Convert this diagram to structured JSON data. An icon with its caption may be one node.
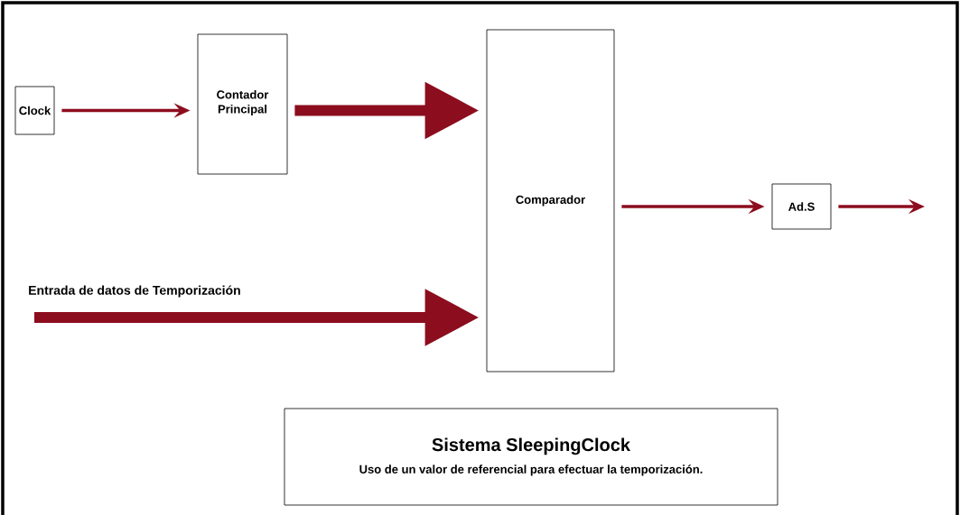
{
  "diagram": {
    "nodes": [
      {
        "text": [
          "Clock"
        ]
      },
      {
        "text": [
          "Contador Principal"
        ]
      },
      {
        "text": [
          "Comparador"
        ]
      },
      {
        "text": [
          "Ad.S"
        ]
      },
      {
        "text": [
          "Sistema SleepingClock",
          "Uso de un valor de referencial  para efectuar la temporización."
        ]
      }
    ],
    "edges": [
      {
        "from": 0,
        "to": 1,
        "arrow": "to",
        "color": "#8c0d1e"
      },
      {
        "from": 1,
        "to": 2,
        "arrow": "to",
        "style": "thick",
        "color": "#8c0d1e"
      },
      {
        "from": null,
        "to": 2,
        "arrow": "to",
        "style": "thick",
        "label": "Entrada de datos de Temporización",
        "color": "#8c0d1e"
      },
      {
        "from": 2,
        "to": 3,
        "arrow": "to",
        "color": "#8c0d1e"
      },
      {
        "from": 3,
        "to": null,
        "arrow": "to",
        "color": "#8c0d1e"
      }
    ]
  }
}
